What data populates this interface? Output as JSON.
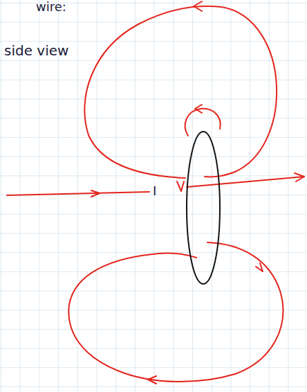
{
  "diagram": {
    "labels": [
      "wire:",
      "side view",
      "I"
    ]
  }
}
